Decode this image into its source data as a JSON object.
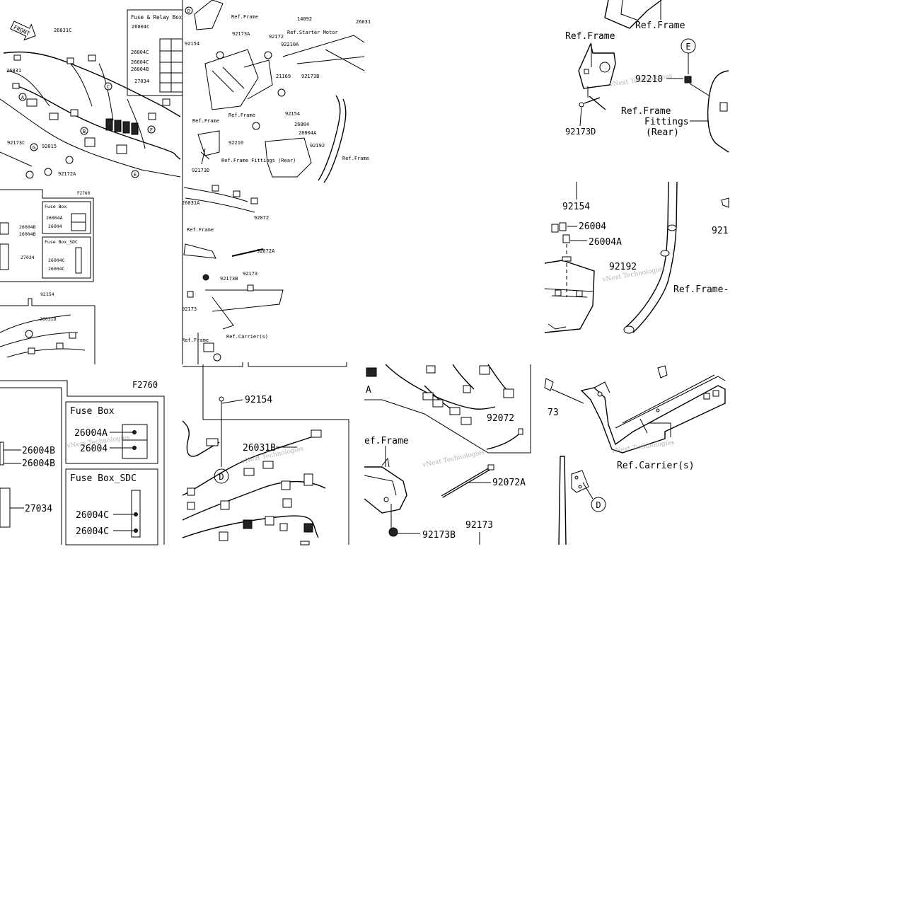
{
  "watermark": "vNext Technologies",
  "tiles": {
    "overview": {
      "front_label": "FRONT",
      "fuse_relay_box_title": "Fuse & Relay Box",
      "refs": [
        "26031C",
        "26031",
        "92173C",
        "92015",
        "92172A",
        "26004C",
        "26004C",
        "26004C",
        "26004B",
        "27034",
        "Ref.Frame",
        "14092",
        "26031",
        "92173A",
        "92172",
        "92154",
        "Ref.Starter Motor",
        "92210A",
        "21169",
        "92173B",
        "92154",
        "Ref.Frame",
        "Ref.Frame",
        "92210",
        "26004",
        "26004A",
        "92192",
        "Ref.Frame",
        "92173D",
        "Ref.Frame Fittings (Rear)",
        "26031A",
        "92072",
        "Ref.Frame",
        "92072A",
        "92173B",
        "92173",
        "92173",
        "Ref.Carrier(s)",
        "Ref.Frame"
      ],
      "circles": [
        "A",
        "B",
        "C",
        "D",
        "E",
        "F",
        "G"
      ],
      "fuse_box_title": "Fuse Box",
      "fuse_box_sdc_title": "Fuse Box_SDC",
      "figure_code": "F2760",
      "box_refs": [
        "26004B",
        "26004B",
        "27034",
        "26004A",
        "26004",
        "26004C",
        "26004C"
      ],
      "lower_refs": [
        "92154",
        "26031D"
      ]
    },
    "detail_top_right": {
      "refs": [
        "Ref.Frame",
        "Ref.Frame",
        "92210",
        "Ref.Frame",
        "Fittings",
        "(Rear)",
        "92173D"
      ],
      "circle": "E"
    },
    "detail_mid_right": {
      "refs": [
        "92154",
        "26004",
        "26004A",
        "92192",
        "Ref.Frame-",
        "921"
      ]
    },
    "detail_bottom_left": {
      "figure_code": "F2760",
      "fuse_box_title": "Fuse Box",
      "fuse_box_sdc_title": "Fuse Box_SDC",
      "refs": [
        "26004B",
        "26004B",
        "27034",
        "26004A",
        "26004",
        "26004C",
        "26004C"
      ]
    },
    "detail_bottom_mid": {
      "refs": [
        "92154",
        "26031B"
      ],
      "circle": "D"
    },
    "detail_bottom_mid2": {
      "refs": [
        "A",
        "ef.Frame",
        "92072",
        "92072A",
        "92173B",
        "92173"
      ]
    },
    "detail_bottom_right": {
      "refs": [
        "73",
        "Ref.Carrier(s)"
      ],
      "circle": "D"
    }
  }
}
